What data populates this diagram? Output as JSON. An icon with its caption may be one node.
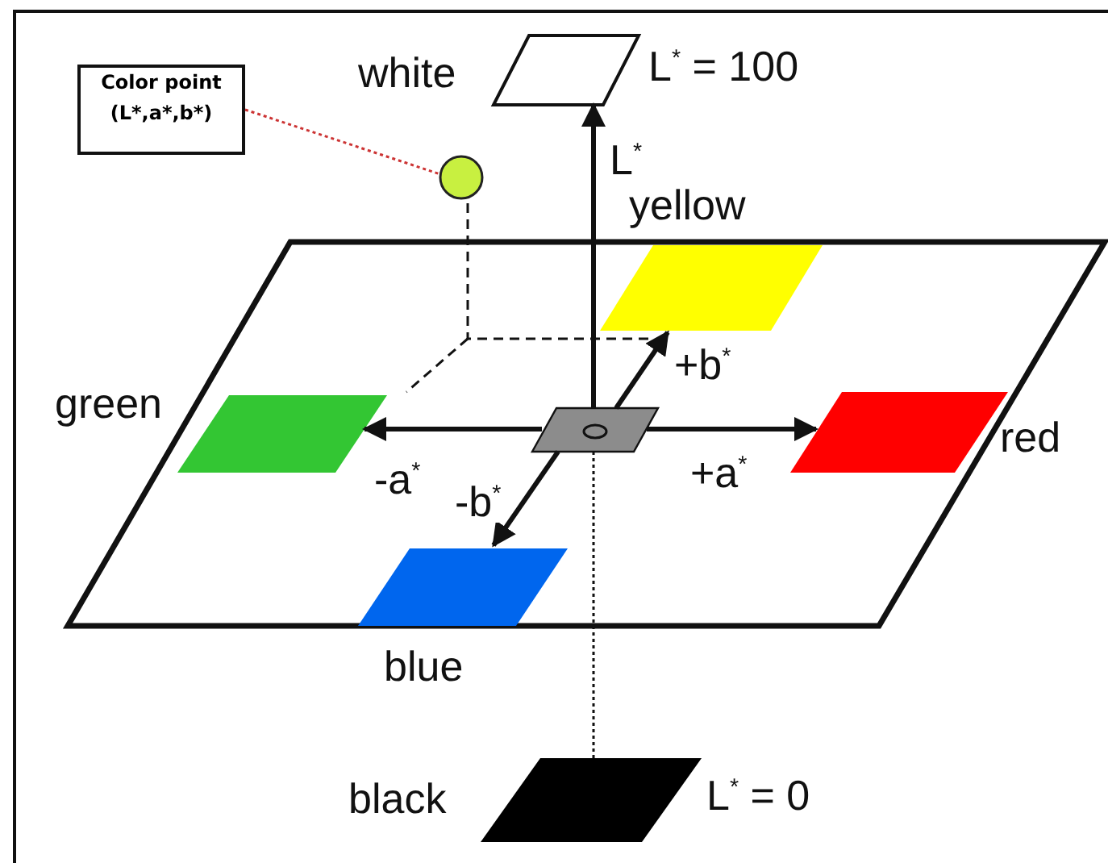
{
  "diagram": {
    "nodes": [
      {
        "text": [
          "Color point (L*,a*,b*)"
        ]
      },
      {
        "text": [],
        "shape": "circle"
      },
      {
        "text": [],
        "shape": "parallelogram",
        "beside": [
          "white",
          "L$^{*}$ = 100"
        ]
      },
      {
        "text": [],
        "shape": "parallelogram"
      },
      {
        "text": [],
        "shape": "parallelogram",
        "in": 3,
        "beside": [
          "yellow"
        ]
      },
      {
        "text": [],
        "shape": "parallelogram",
        "in": 3,
        "beside": [
          "green"
        ]
      },
      {
        "text": [],
        "shape": "parallelogram",
        "in": 3
      },
      {
        "text": [],
        "shape": "parallelogram",
        "in": 3,
        "beside": [
          "red"
        ]
      },
      {
        "text": [],
        "shape": "parallelogram",
        "in": 3,
        "beside": [
          "blue"
        ]
      },
      {
        "text": [],
        "shape": "parallelogram",
        "beside": [
          "black",
          "L$^{*}$ = 0"
        ]
      }
    ],
    "edges": [
      {
        "from": 0,
        "to": 1,
        "arrow": "none",
        "style": "dashed",
        "color": "#cc3333"
      },
      {
        "from": 6,
        "to": 2,
        "arrow": "to",
        "label": "L$^{*}$"
      },
      {
        "from": 6,
        "to": 4,
        "arrow": "to",
        "label": "+b$^{*}$"
      },
      {
        "from": 6,
        "to": 7,
        "arrow": "to",
        "label": "+a$^{*}$"
      },
      {
        "from": 6,
        "to": 5,
        "arrow": "to",
        "label": "-a$^{*}$"
      },
      {
        "from": 6,
        "to": 8,
        "arrow": "to",
        "label": "-b$^{*}$"
      },
      {
        "from": 6,
        "to": 9,
        "arrow": "none",
        "style": "dashed"
      }
    ]
  }
}
